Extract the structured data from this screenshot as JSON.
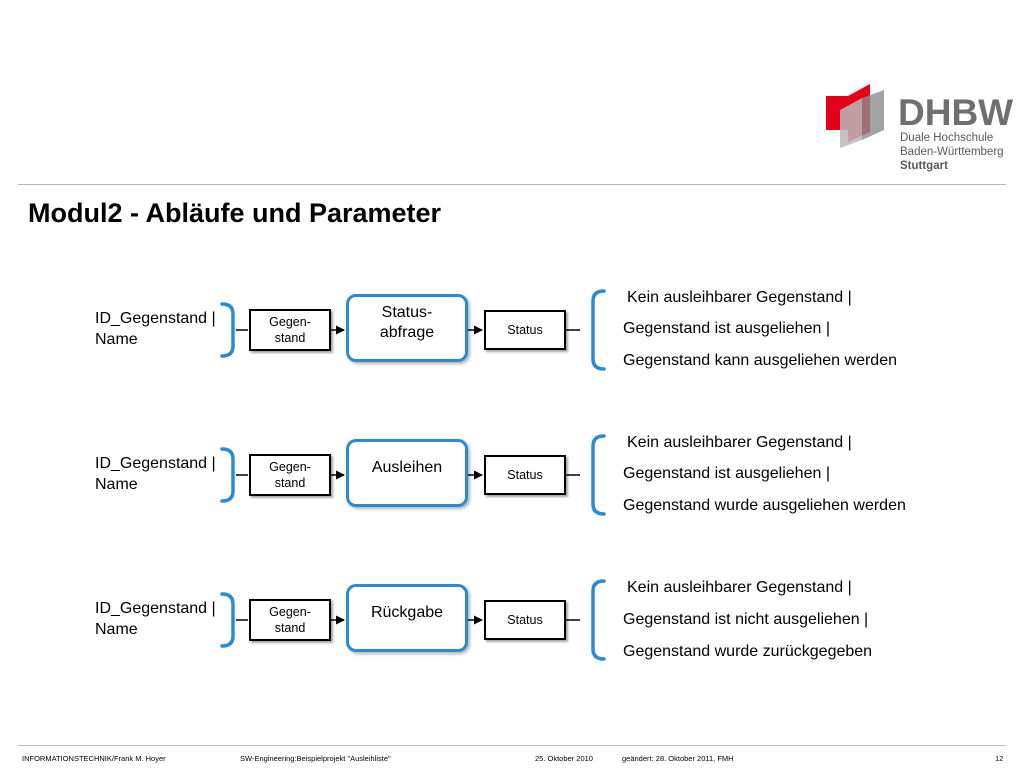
{
  "title": "Modul2  - Abläufe und Parameter",
  "logo": {
    "name": "DHBW",
    "line1": "Duale Hochschule",
    "line2": "Baden-Württemberg",
    "line3": "Stuttgart",
    "colors": {
      "red": "#e2001a",
      "gray": "#6f6f6f"
    }
  },
  "diagram": {
    "accent_color": "#2a8ad6",
    "rows": [
      {
        "param_line1": "ID_Gegenstand |",
        "param_line2": "Name",
        "input_line1": "Gegen-",
        "input_line2": "stand",
        "process_line1": "Status-",
        "process_line2": "abfrage",
        "output_label": "Status",
        "outcomes": [
          "Kein ausleihbarer Gegenstand |",
          "Gegenstand ist ausgeliehen |",
          "Gegenstand kann ausgeliehen werden"
        ]
      },
      {
        "param_line1": "ID_Gegenstand |",
        "param_line2": "Name",
        "input_line1": "Gegen-",
        "input_line2": "stand",
        "process_line1": "Ausleihen",
        "process_line2": "",
        "output_label": "Status",
        "outcomes": [
          "Kein ausleihbarer Gegenstand |",
          "Gegenstand ist ausgeliehen |",
          "Gegenstand wurde ausgeliehen werden"
        ]
      },
      {
        "param_line1": "ID_Gegenstand |",
        "param_line2": "Name",
        "input_line1": "Gegen-",
        "input_line2": "stand",
        "process_line1": "Rückgabe",
        "process_line2": "",
        "output_label": "Status",
        "outcomes": [
          "Kein ausleihbarer Gegenstand |",
          "Gegenstand ist nicht ausgeliehen |",
          "Gegenstand wurde zurückgegeben"
        ]
      }
    ]
  },
  "footer": {
    "author": "INFORMATIONSTECHNIK/Frank M. Hoyer",
    "project": "SW-Engineering:Beispielprojekt \"Ausleihliste\"",
    "date": "25. Oktober 2010",
    "changed": "geändert: 28. Oktober 2011, FMH",
    "page": "12"
  }
}
